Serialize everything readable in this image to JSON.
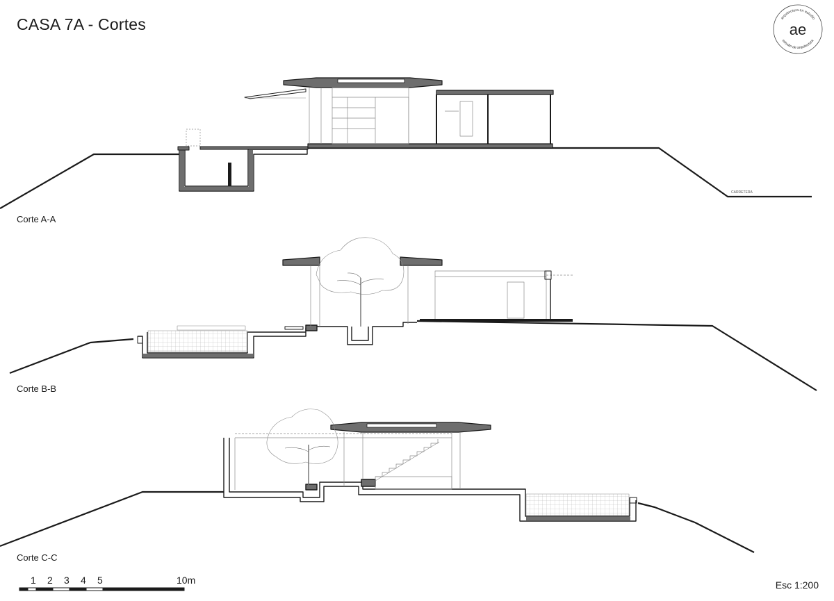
{
  "title": "CASA 7A - Cortes",
  "logo": {
    "monogram": "ae",
    "ring_top": "arquitectura en estudio",
    "ring_bottom": "estudio de arquitectura"
  },
  "sections": [
    {
      "label": "Corte A-A",
      "annotation": "CARRETERA"
    },
    {
      "label": "Corte B-B"
    },
    {
      "label": "Corte C-C"
    }
  ],
  "scale_bar": {
    "labels": [
      "1",
      "2",
      "3",
      "4",
      "5",
      "10m"
    ]
  },
  "scale_text": "Esc 1:200",
  "colors": {
    "line": "#1a1a1a",
    "poche": "#6e6e6e",
    "thin": "#8a8a8a"
  }
}
